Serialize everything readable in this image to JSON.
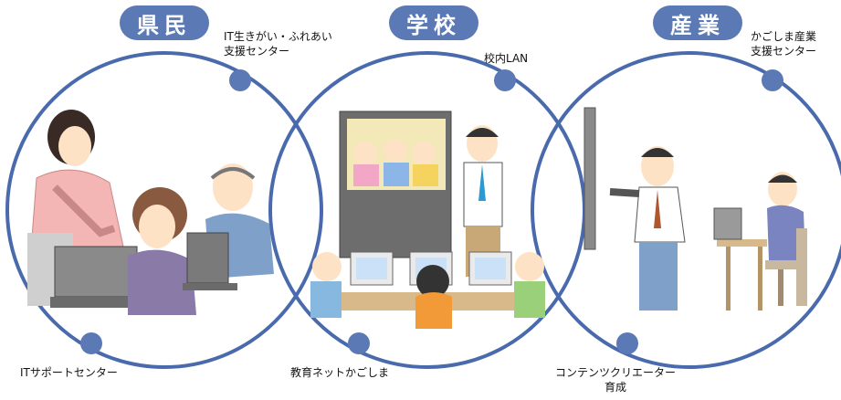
{
  "categories": {
    "citizens": "県民",
    "schools": "学校",
    "industry": "産業"
  },
  "nodes": {
    "it_ikigai_line1": "IT生きがい・ふれあい",
    "it_ikigai_line2": "支援センター",
    "campus_lan": "校内LAN",
    "kagoshima_line1": "かごしま産業",
    "kagoshima_line2": "支援センター",
    "it_support": "ITサポートセンター",
    "kyoiku_net": "教育ネットかごしま",
    "contents_line1": "コンテンツクリエーター",
    "contents_line2": "育成"
  },
  "colors": {
    "circle": "#4a6aae",
    "node": "#5b79b4",
    "pill": "#5b79b4"
  }
}
